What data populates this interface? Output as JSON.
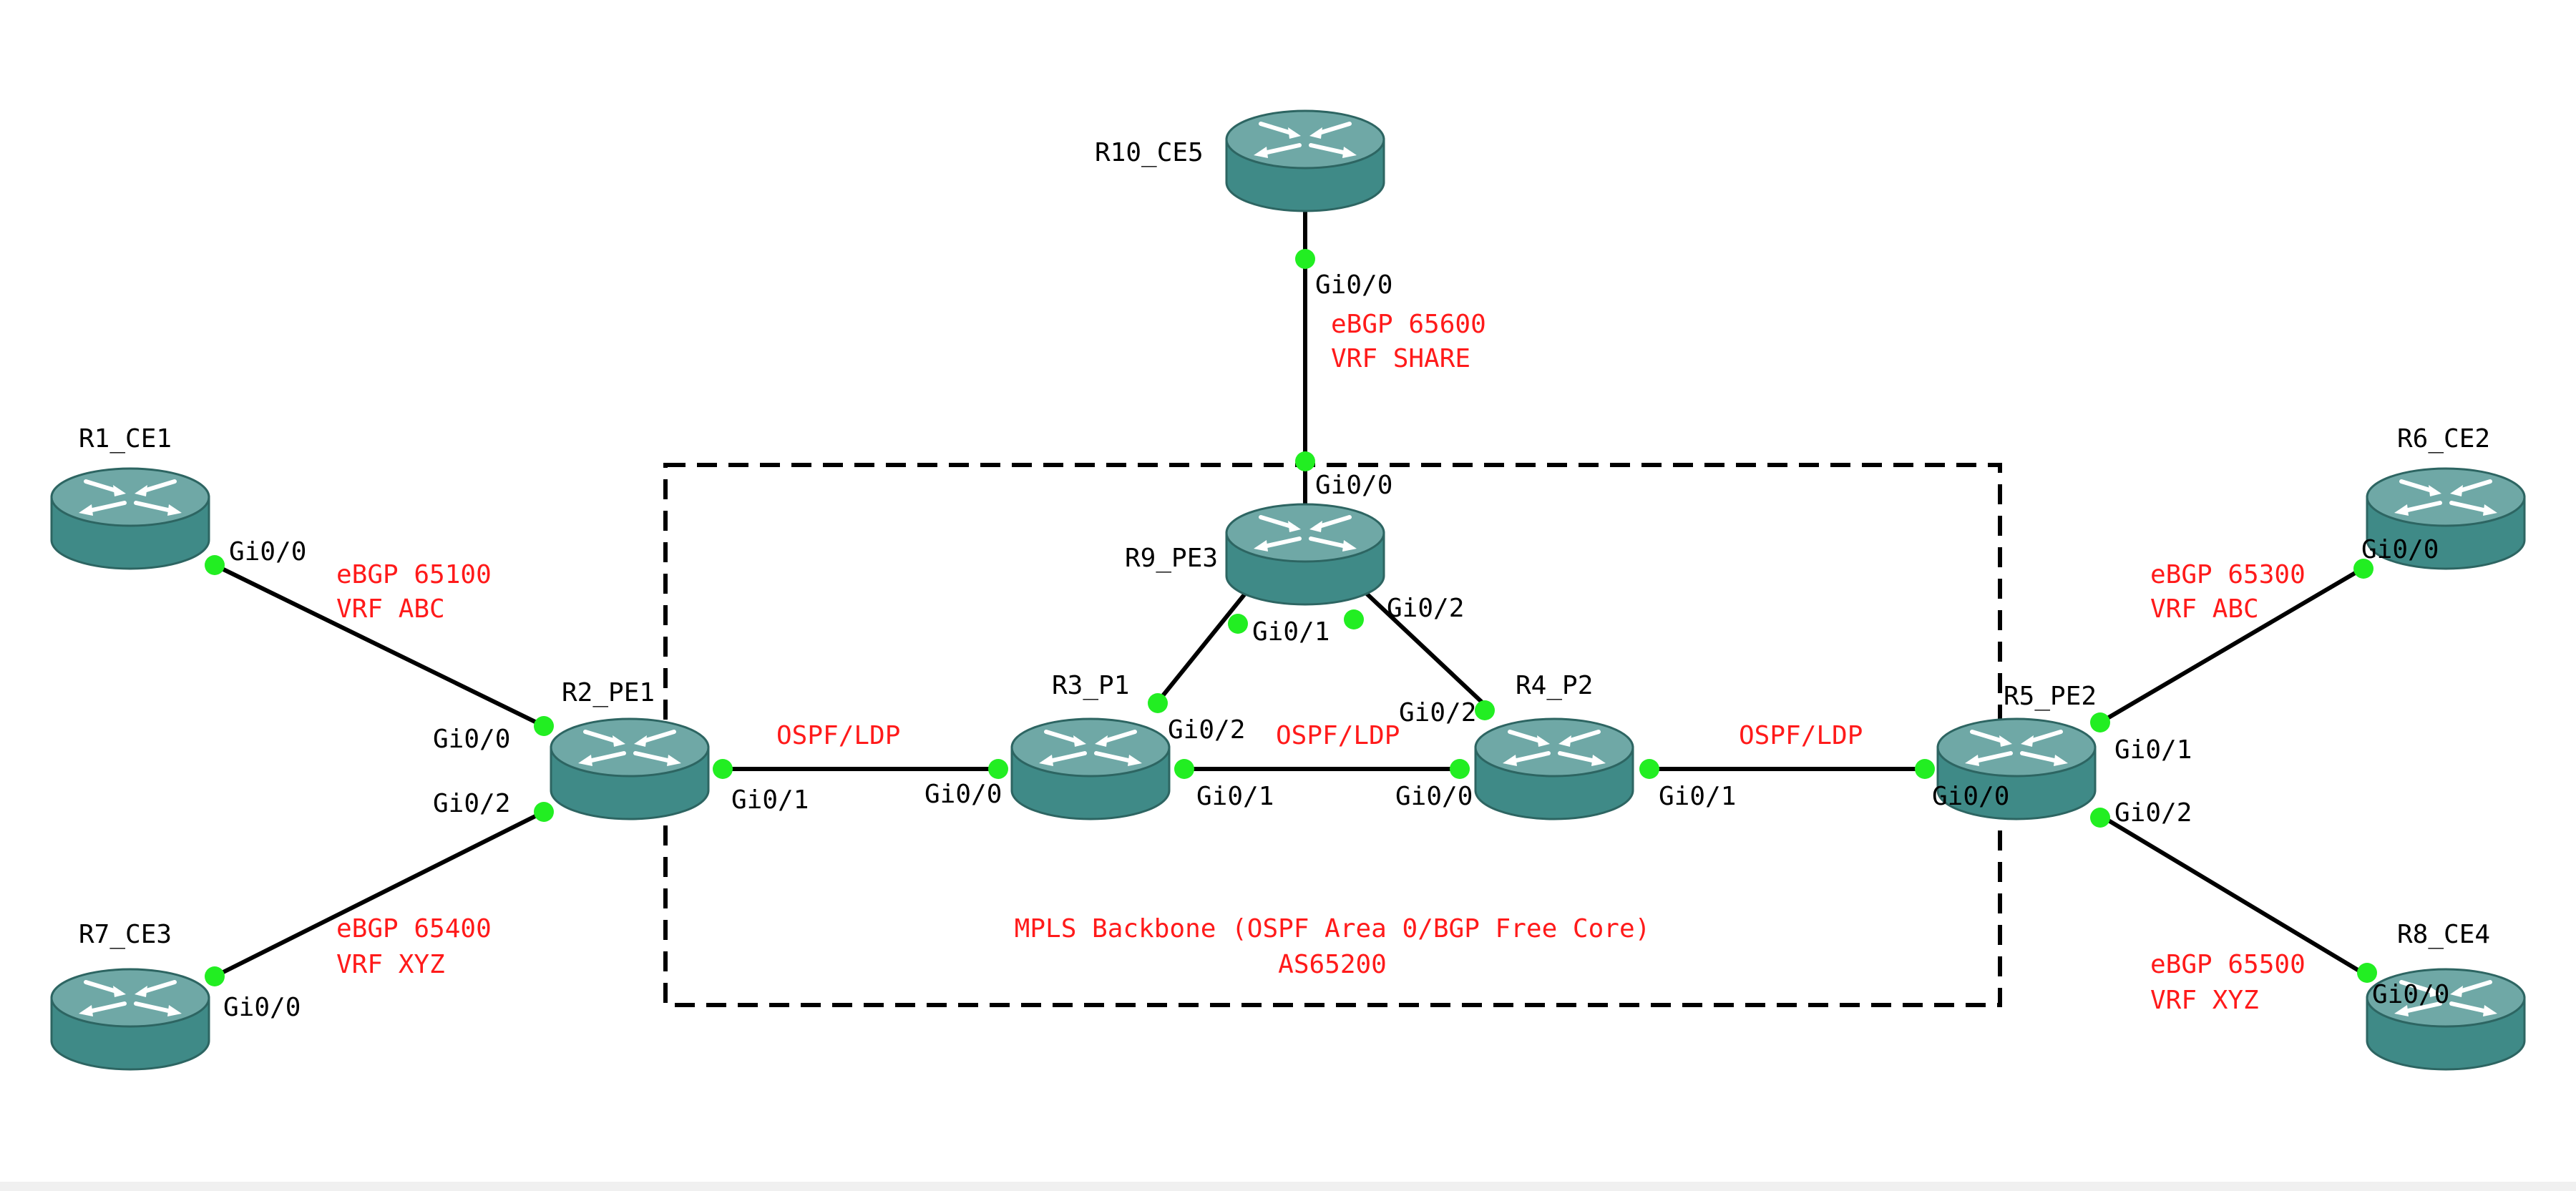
{
  "colors": {
    "router_body": "#3f8a87",
    "router_top": "#6fa8a6",
    "router_edge": "#2d6562",
    "link": "#000000",
    "port_dot": "#22ee22",
    "annotation": "#ff1a1a",
    "label": "#000000"
  },
  "icons": {
    "router": "router-icon"
  },
  "routers": {
    "r10": "R10_CE5",
    "r1": "R1_CE1",
    "r6": "R6_CE2",
    "r9": "R9_PE3",
    "r2": "R2_PE1",
    "r3": "R3_P1",
    "r4": "R4_P2",
    "r5": "R5_PE2",
    "r7": "R7_CE3",
    "r8": "R8_CE4"
  },
  "ports": {
    "r10_gi00": "Gi0/0",
    "r9_gi00": "Gi0/0",
    "r9_gi01": "Gi0/1",
    "r9_gi02": "Gi0/2",
    "r1_gi00": "Gi0/0",
    "r2_gi00": "Gi0/0",
    "r2_gi01": "Gi0/1",
    "r2_gi02": "Gi0/2",
    "r3_gi00": "Gi0/0",
    "r3_gi01": "Gi0/1",
    "r3_gi02": "Gi0/2",
    "r4_gi00": "Gi0/0",
    "r4_gi01": "Gi0/1",
    "r4_gi02": "Gi0/2",
    "r5_gi00": "Gi0/0",
    "r5_gi01": "Gi0/1",
    "r5_gi02": "Gi0/2",
    "r6_gi00": "Gi0/0",
    "r7_gi00": "Gi0/0",
    "r8_gi00": "Gi0/0"
  },
  "annotations": {
    "r10_bgp": "eBGP 65600",
    "r10_vrf": "VRF SHARE",
    "r1_bgp": "eBGP 65100",
    "r1_vrf": "VRF ABC",
    "r6_bgp": "eBGP 65300",
    "r6_vrf": "VRF ABC",
    "r7_bgp": "eBGP 65400",
    "r7_vrf": "VRF XYZ",
    "r8_bgp": "eBGP 65500",
    "r8_vrf": "VRF XYZ",
    "ospf_r2_r3": "OSPF/LDP",
    "ospf_r3_r4": "OSPF/LDP",
    "ospf_r4_r5": "OSPF/LDP",
    "backbone_line1": "MPLS Backbone (OSPF Area 0/BGP Free Core)",
    "backbone_line2": "AS65200"
  }
}
